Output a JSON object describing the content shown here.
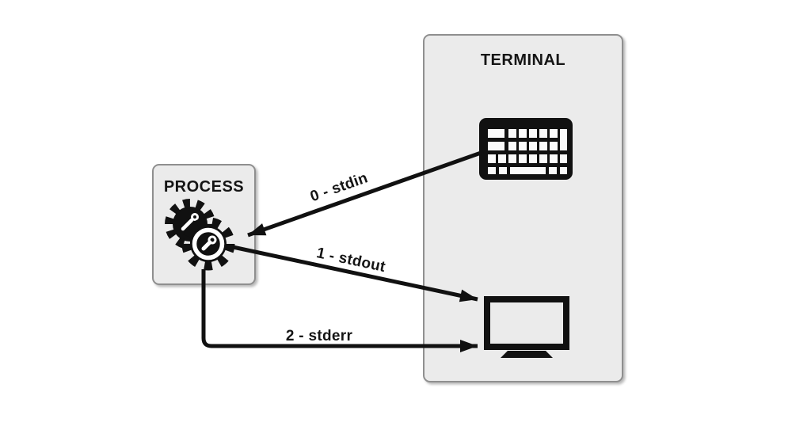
{
  "diagram": {
    "title_implicit": "",
    "process": {
      "title": "PROCESS",
      "icon": "gears-icon"
    },
    "terminal": {
      "title": "TERMINAL",
      "icons": [
        "keyboard-icon",
        "monitor-icon"
      ]
    },
    "arrows": [
      {
        "fd": "0",
        "label": "0 - stdin",
        "from": "terminal-keyboard",
        "to": "process"
      },
      {
        "fd": "1",
        "label": "1 - stdout",
        "from": "process",
        "to": "terminal-monitor"
      },
      {
        "fd": "2",
        "label": "2 - stderr",
        "from": "process",
        "to": "terminal-monitor"
      }
    ],
    "colors": {
      "background": "#ffffff",
      "box_fill": "#ebebeb",
      "box_border": "#8f8f8f",
      "line": "#111111",
      "text": "#151515"
    }
  }
}
